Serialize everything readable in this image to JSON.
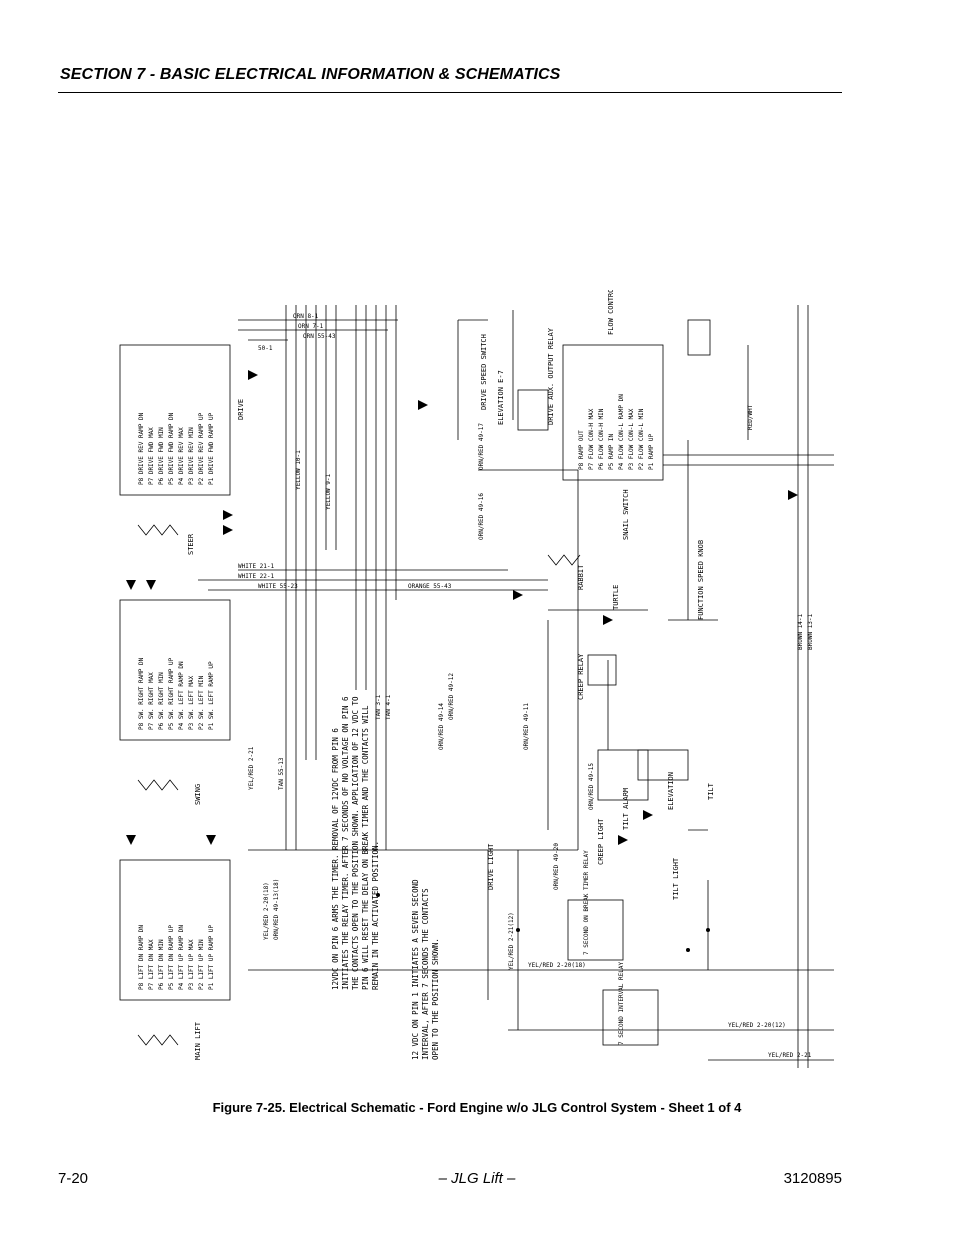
{
  "header": {
    "title": "SECTION 7 - BASIC ELECTRICAL INFORMATION & SCHEMATICS"
  },
  "figure": {
    "caption": "Figure 7-25.  Electrical Schematic - Ford Engine w/o JLG Control System - Sheet 1 of 4"
  },
  "schematic": {
    "modules": [
      {
        "name": "DRIVE",
        "lines": [
          "P8 DRIVE REV RAMP DN",
          "P7 DRIVE FWD MAX",
          "P6 DRIVE FWD MIN",
          "P5 DRIVE FWD RAMP DN",
          "P4 DRIVE REV MAX",
          "P3 DRIVE REV MIN",
          "P2 DRIVE REV RAMP UP",
          "P1 DRIVE FWD RAMP UP"
        ]
      },
      {
        "name": "SWING",
        "lines": [
          "P8 SW. RIGHT RAMP DN",
          "P7 SW. RIGHT MAX",
          "P6 SW. RIGHT MIN",
          "P5 SW. RIGHT RAMP UP",
          "P4 SW. LEFT RAMP DN",
          "P3 SW. LEFT MAX",
          "P2 SW. LEFT MIN",
          "P1 SW. LEFT RAMP UP"
        ]
      },
      {
        "name": "MAIN LIFT",
        "lines": [
          "P8 LIFT DN RAMP DN",
          "P7 LIFT DN MAX",
          "P6 LIFT DN MIN",
          "P5 LIFT DN RAMP UP",
          "P4 LIFT UP RAMP DN",
          "P3 LIFT UP MAX",
          "P2 LIFT UP MIN",
          "P1 LIFT UP RAMP UP"
        ]
      },
      {
        "name": "FLOW CONTROL CARD",
        "lines": [
          "P8 RAMP OUT",
          "P7 FLOW CON-H MAX",
          "P6 FLOW CON-H MIN",
          "P5 RAMP IN",
          "P4 FLOW CON-L RAMP DN",
          "P3 FLOW CON-L MAX",
          "P2 FLOW CON-L MIN",
          "P1 RAMP UP"
        ]
      }
    ],
    "wire_labels": [
      "ORN 8-1",
      "ORN 7-1",
      "ORN 55-43",
      "50-1",
      "YELLOW 10-1",
      "YELLOW 9-1",
      "WHITE 21-1",
      "WHITE 22-1",
      "WHITE 55-23",
      "ORANGE 55-43",
      "TAN 3-1",
      "TAN 4-1",
      "YEL/RED 2-21",
      "TAN 55-13",
      "YEL/RED 2-20(18)",
      "ORN/RED 49-13(18)",
      "ORN/RED 49-14",
      "ORN/RED 49-12",
      "ORN/RED 49-11",
      "ORN/RED 49-20",
      "YEL/RED 2-20(18)",
      "YEL/RED 2-21(12)",
      "YEL/RED 2-20(12)",
      "YEL/RED 2-21",
      "BROWN 14-1",
      "BROWN 13-1",
      "RED/WHT",
      "ORN/RED 49-15",
      "ORN/RED 49-16",
      "ORN/RED 49-17"
    ],
    "component_labels": [
      "STEER",
      "SWING",
      "MAIN LIFT",
      "DRIVE",
      "ELEVATION E-7",
      "DRIVE SPEED SWITCH",
      "DRIVE AUX. OUTPUT RELAY",
      "RABBIT",
      "SNAIL SWITCH",
      "TURTLE",
      "FUNCTION SPEED KNOB",
      "CREEP RELAY",
      "TILT ALARM",
      "ELEVATION",
      "TILT",
      "CREEP LIGHT",
      "TILT LIGHT",
      "DRIVE LIGHT",
      "7 SECOND INTERVAL RELAY",
      "7 SECOND ON BREAK TIMER RELAY"
    ],
    "notes": [
      "12VDC ON PIN 6 ARMS THE TIMER. REMOVAL OF 12VDC FROM PIN 6 INITIATES THE RELAY TIMER. AFTER 7 SECONDS OF NO VOLTAGE ON PIN 6 THE CONTACTS OPEN TO THE POSITION SHOWN. APPLICATION OF 12 VDC TO PIN 6 WILL RESET THE DELAY ON BREAK TIMER AND THE CONTACTS WILL REMAIN IN THE ACTIVATED POSITION.",
      "12 VDC ON PIN 1 INITIATES A SEVEN SECOND INTERVAL, AFTER 7 SECONDS THE CONTACTS OPEN TO THE POSITION SHOWN."
    ]
  },
  "footer": {
    "left": "7-20",
    "center": "– JLG Lift –",
    "right": "3120895"
  }
}
